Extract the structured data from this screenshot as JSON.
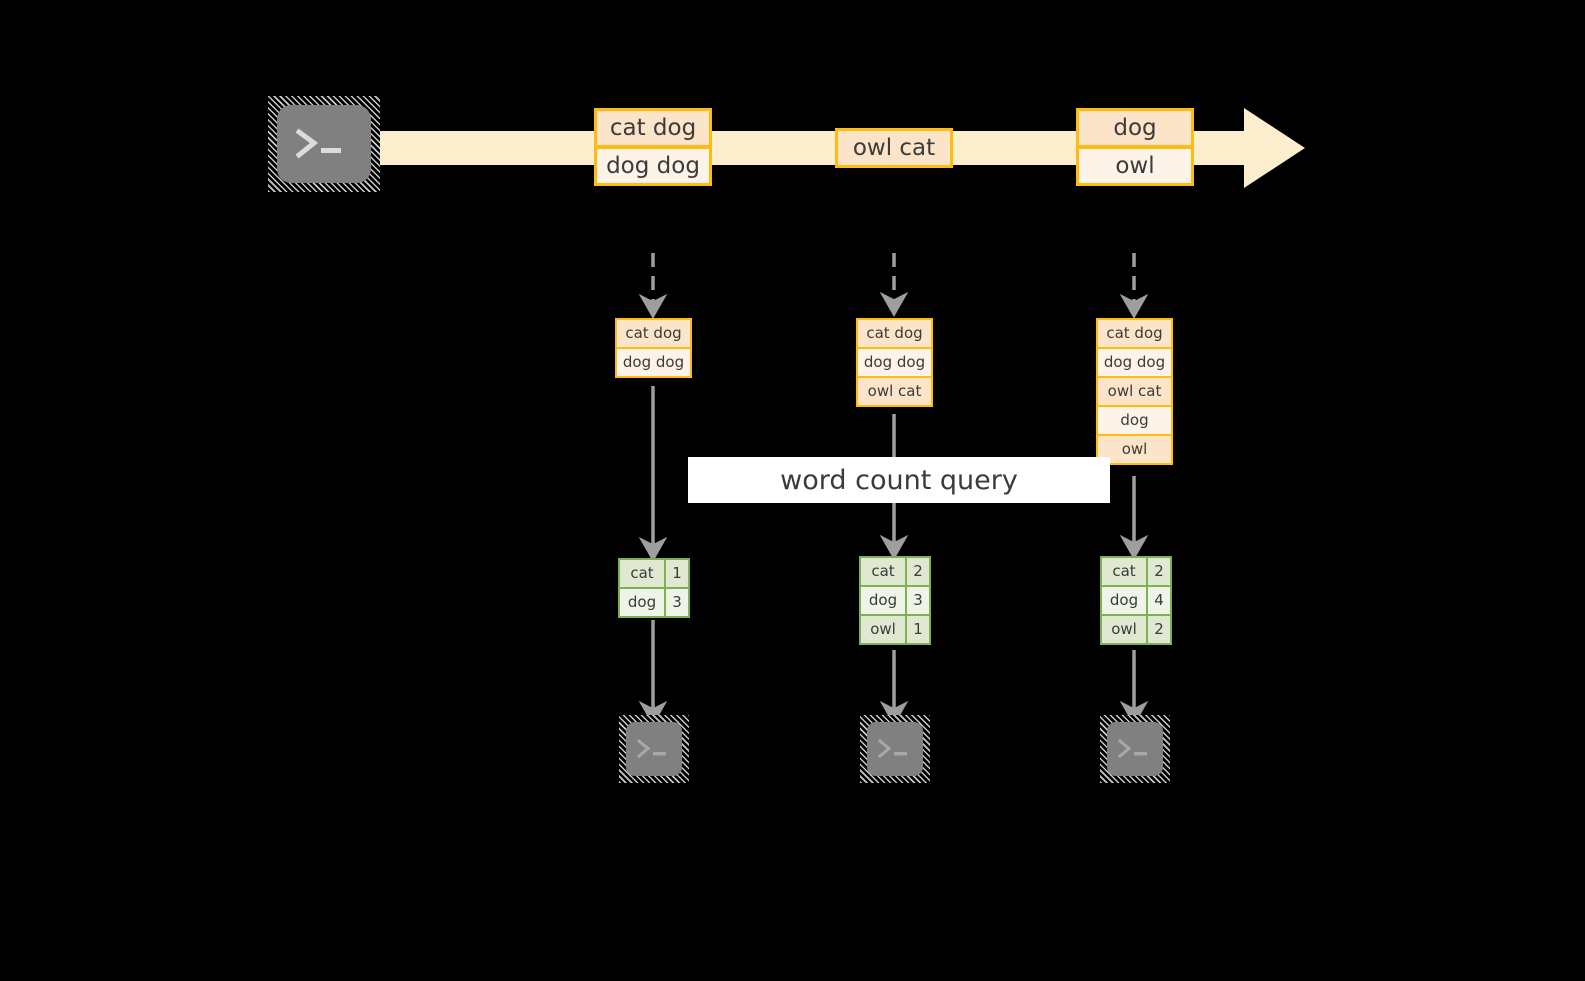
{
  "diagram": {
    "title_label": "word count query",
    "colors": {
      "stream_band": "#fdeecd",
      "record_border": "#ffbb11",
      "record_fill_dark": "#fce4c8",
      "record_fill_light": "#fdf3e8",
      "result_border": "#7db153",
      "result_fill_dark": "#dfe9d2",
      "result_fill_light": "#eef4e8",
      "arrow_gray": "#9e9e9e",
      "terminal_gray": "#808080",
      "background": "#000000",
      "label_background": "#ffffff"
    },
    "source": {
      "icon": "terminal-icon",
      "prompt": ">_"
    },
    "stream": {
      "groups": [
        {
          "records": [
            {
              "text": "cat dog",
              "shade": "dark"
            },
            {
              "text": "dog dog",
              "shade": "light"
            }
          ]
        },
        {
          "records": [
            {
              "text": "owl cat",
              "shade": "dark"
            }
          ]
        },
        {
          "records": [
            {
              "text": "dog",
              "shade": "dark"
            },
            {
              "text": "owl",
              "shade": "light"
            }
          ]
        }
      ]
    },
    "snapshots": [
      {
        "rows": [
          {
            "text": "cat dog",
            "shade": "dark"
          },
          {
            "text": "dog dog",
            "shade": "light"
          }
        ]
      },
      {
        "rows": [
          {
            "text": "cat dog",
            "shade": "dark"
          },
          {
            "text": "dog dog",
            "shade": "light"
          },
          {
            "text": "owl cat",
            "shade": "dark"
          }
        ]
      },
      {
        "rows": [
          {
            "text": "cat dog",
            "shade": "dark"
          },
          {
            "text": "dog dog",
            "shade": "light"
          },
          {
            "text": "owl cat",
            "shade": "dark"
          },
          {
            "text": "dog",
            "shade": "light"
          },
          {
            "text": "owl",
            "shade": "dark"
          }
        ]
      }
    ],
    "results": [
      {
        "rows": [
          {
            "word": "cat",
            "count": "1",
            "shade": "dark"
          },
          {
            "word": "dog",
            "count": "3",
            "shade": "light"
          }
        ]
      },
      {
        "rows": [
          {
            "word": "cat",
            "count": "2",
            "shade": "dark"
          },
          {
            "word": "dog",
            "count": "3",
            "shade": "light"
          },
          {
            "word": "owl",
            "count": "1",
            "shade": "dark"
          }
        ]
      },
      {
        "rows": [
          {
            "word": "cat",
            "count": "2",
            "shade": "dark"
          },
          {
            "word": "dog",
            "count": "4",
            "shade": "light"
          },
          {
            "word": "owl",
            "count": "2",
            "shade": "dark"
          }
        ]
      }
    ],
    "sinks": [
      {
        "icon": "terminal-icon",
        "prompt": ">_"
      },
      {
        "icon": "terminal-icon",
        "prompt": ">_"
      },
      {
        "icon": "terminal-icon",
        "prompt": ">_"
      }
    ]
  }
}
